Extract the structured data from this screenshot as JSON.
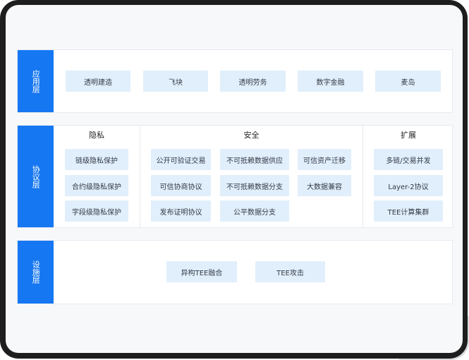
{
  "layers": {
    "application": {
      "label": "应用层",
      "items": [
        "透明建造",
        "飞块",
        "透明劳务",
        "数字金融",
        "麦岛"
      ]
    },
    "protocol": {
      "label": "协议层",
      "columns": {
        "privacy": {
          "title": "隐私",
          "items": [
            "链级隐私保护",
            "合约级隐私保护",
            "字段级隐私保护"
          ]
        },
        "security": {
          "title": "安全",
          "items": [
            "公开可验证交易",
            "不可抵赖数据供应",
            "可信资产迁移",
            "可信协商协议",
            "不可抵赖数据分支",
            "大数据兼容",
            "发布证明协议",
            "公平数据分支"
          ]
        },
        "extension": {
          "title": "扩展",
          "items": [
            "多链/交易并发",
            "Layer-2协议",
            "TEE计算集群"
          ]
        }
      }
    },
    "infrastructure": {
      "label": "设施层",
      "items": [
        "异构TEE融合",
        "TEE攻击"
      ]
    }
  },
  "colors": {
    "label_bg": "#1677f2",
    "chip_bg": "#e1effc",
    "frame": "#1e1e1e",
    "screen_bg": "#f7f8fa"
  }
}
